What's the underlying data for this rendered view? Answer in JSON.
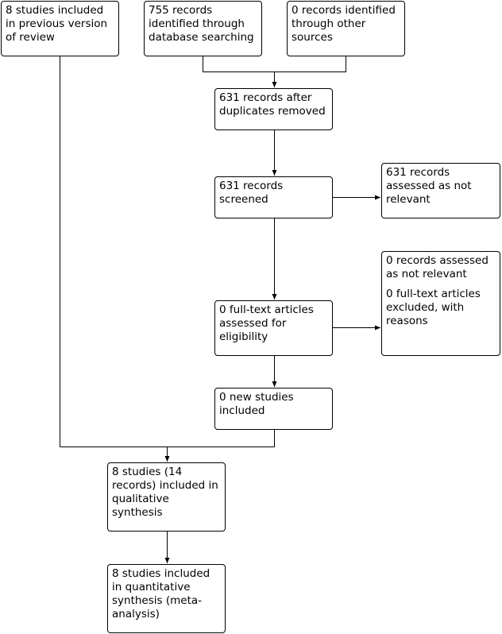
{
  "boxes": {
    "previous_review": "8 studies included in previous version of review",
    "database_search": "755 records identified through database searching",
    "other_sources": "0 records identified through other sources",
    "after_duplicates": "631 records after duplicates removed",
    "screened": "631 records screened",
    "not_relevant_screen": "631 records assessed as not relevant",
    "fulltext_assessed": "0  full-text articles assessed for eligibility",
    "fulltext_not_relevant": "0 records assessed as not relevant",
    "fulltext_excluded": "0 full-text articles excluded, with reasons",
    "new_included": "0 new studies included",
    "qualitative": "8 studies (14 records) included in qualitative synthesis",
    "quantitative": "8 studies included in quantitative synthesis (meta-analysis)"
  },
  "colors": {
    "line": "#000000",
    "border": "#000000",
    "text": "#000000",
    "background": "#ffffff"
  }
}
